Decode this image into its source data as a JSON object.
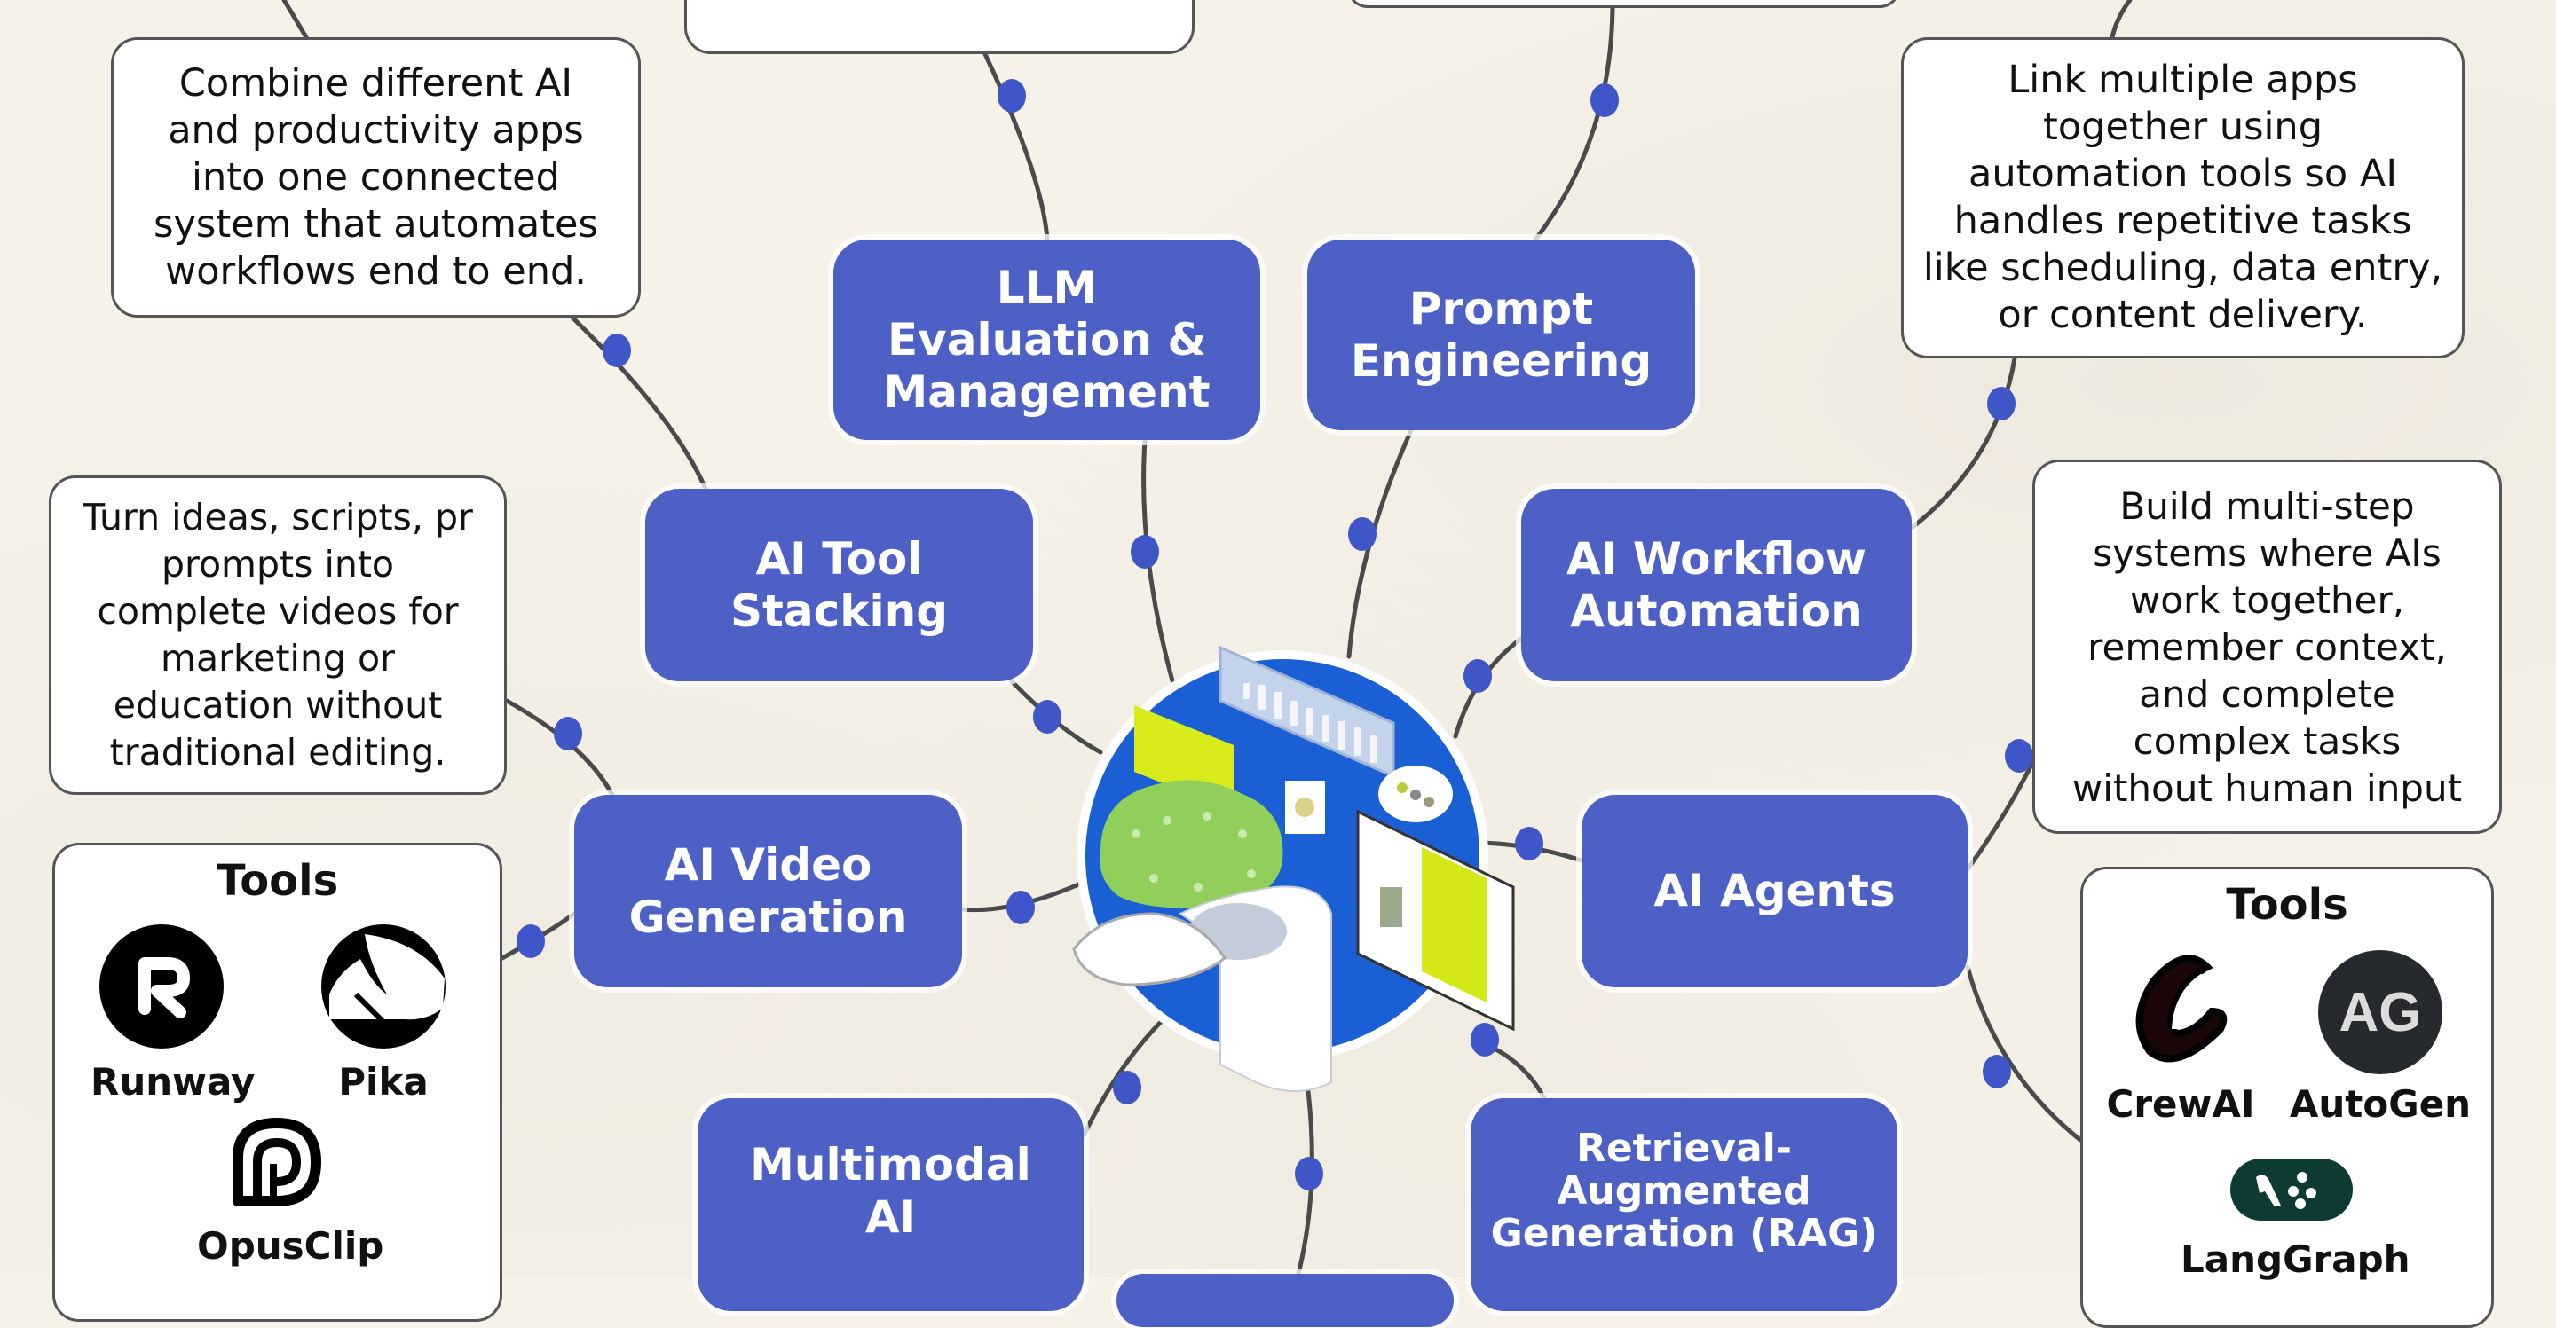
{
  "colors": {
    "background": "#f6f2e8",
    "topic_fill": "#4d60c6",
    "topic_text": "#ffffff",
    "connector_dot": "#3f56c8",
    "connector_line": "#4a4a4a",
    "hub_circle": "#1a5fd4",
    "accent_green": "#8fcf5a",
    "accent_yellow": "#d8ec1c"
  },
  "topics": [
    {
      "id": "llm-evaluation",
      "lines": [
        "LLM",
        "Evaluation &",
        "Management"
      ]
    },
    {
      "id": "prompt-engineering",
      "lines": [
        "Prompt",
        "Engineering"
      ]
    },
    {
      "id": "ai-tool-stacking",
      "lines": [
        "AI Tool",
        "Stacking"
      ]
    },
    {
      "id": "ai-workflow-automation",
      "lines": [
        "AI Workflow",
        "Automation"
      ]
    },
    {
      "id": "ai-video-generation",
      "lines": [
        "AI Video",
        "Generation"
      ]
    },
    {
      "id": "ai-agents",
      "lines": [
        "AI Agents"
      ]
    },
    {
      "id": "multimodal-ai",
      "lines": [
        "Multimodal",
        "AI"
      ]
    },
    {
      "id": "rag",
      "lines": [
        "Retrieval-",
        "Augmented",
        "Generation (RAG)"
      ]
    }
  ],
  "descriptions": {
    "ai_tool_stacking": [
      "Combine different AI",
      "and productivity apps",
      "into one connected",
      "system that automates",
      "workflows end to end."
    ],
    "ai_workflow_automation": [
      "Link multiple apps",
      "together using",
      "automation tools so AI",
      "handles repetitive tasks",
      "like scheduling, data entry,",
      "or content delivery."
    ],
    "ai_video_generation": [
      "Turn ideas, scripts, pr",
      "prompts into",
      "complete videos for",
      "marketing or",
      "education without",
      "traditional editing."
    ],
    "ai_agents": [
      "Build multi-step",
      "systems where AIs",
      "work together,",
      "remember context,",
      "and complete",
      "complex tasks",
      "without human input"
    ]
  },
  "tool_panels": {
    "video": {
      "title": "Tools",
      "tools": [
        {
          "name": "Runway",
          "icon": "runway-logo-icon"
        },
        {
          "name": "Pika",
          "icon": "pika-logo-icon"
        },
        {
          "name": "OpusClip",
          "icon": "opusclip-logo-icon"
        }
      ]
    },
    "agents": {
      "title": "Tools",
      "tools": [
        {
          "name": "CrewAI",
          "icon": "crewai-logo-icon"
        },
        {
          "name": "AutoGen",
          "icon": "autogen-logo-icon",
          "badge": "AG"
        },
        {
          "name": "LangGraph",
          "icon": "langgraph-logo-icon"
        }
      ]
    }
  },
  "hub": {
    "icon": "ai-robot-hub-illustration"
  }
}
